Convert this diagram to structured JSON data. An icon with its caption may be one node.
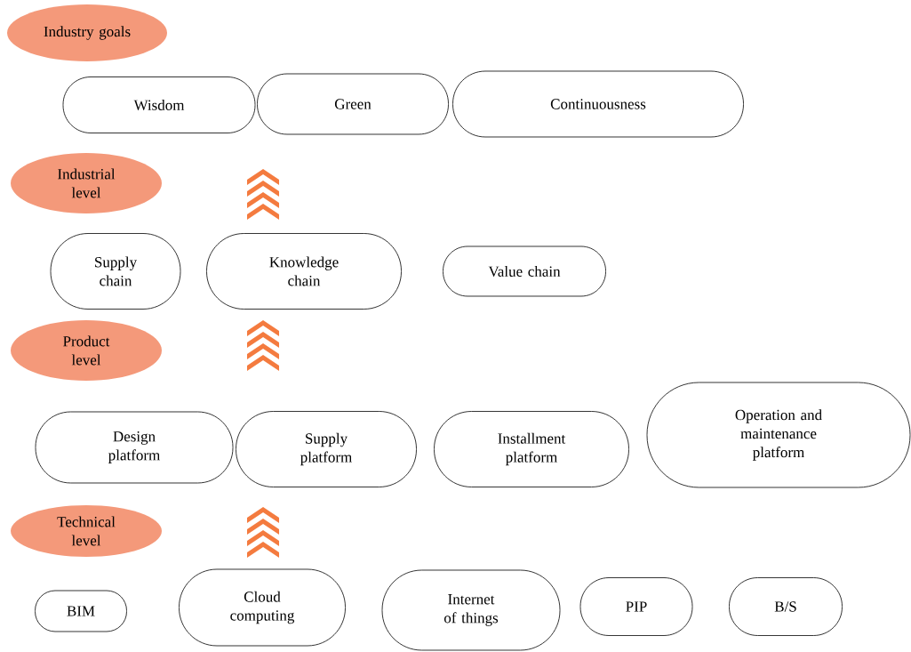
{
  "diagram": {
    "nodes": [
      {
        "text": [
          "Industry goals"
        ]
      },
      {
        "text": [
          "Wisdom"
        ]
      },
      {
        "text": [
          "Green"
        ]
      },
      {
        "text": [
          "Continuousness"
        ]
      },
      {
        "text": [
          "Industrial level"
        ]
      },
      {
        "text": [
          "Supply chain"
        ]
      },
      {
        "text": [
          "Knowledge chain"
        ]
      },
      {
        "text": [
          "Value chain"
        ]
      },
      {
        "text": [
          "Product level"
        ]
      },
      {
        "text": [
          "Design platform"
        ]
      },
      {
        "text": [
          "Supply platform"
        ]
      },
      {
        "text": [
          "Installment platform"
        ]
      },
      {
        "text": [
          "Operation and maintenance platform"
        ]
      },
      {
        "text": [
          "Technical level"
        ]
      },
      {
        "text": [
          "BIM"
        ]
      },
      {
        "text": [
          "Cloud computing"
        ]
      },
      {
        "text": [
          "Internet of things"
        ]
      },
      {
        "text": [
          "PIP"
        ]
      },
      {
        "text": [
          "B/S"
        ]
      }
    ]
  }
}
